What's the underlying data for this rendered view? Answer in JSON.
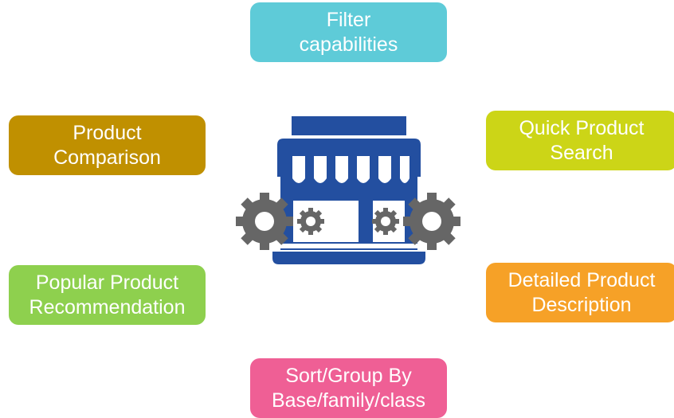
{
  "colors": {
    "filter": "#5ecbd8",
    "comparison": "#c09000",
    "quick_search": "#ccd517",
    "recommendation": "#8ed04e",
    "description": "#f6a127",
    "sort": "#ef5f95",
    "store": "#234fa0",
    "gear": "#666666"
  },
  "icons": {
    "center": "storefront-with-gears-icon"
  },
  "boxes": {
    "filter": {
      "line1": "Filter",
      "line2": "capabilities"
    },
    "comparison": {
      "line1": "Product",
      "line2": "Comparison"
    },
    "quick_search": {
      "line1": "Quick Product",
      "line2": "Search"
    },
    "recommendation": {
      "line1": "Popular Product",
      "line2": "Recommendation"
    },
    "description": {
      "line1": "Detailed Product",
      "line2": "Description"
    },
    "sort": {
      "line1": "Sort/Group By",
      "line2": "Base/family/class"
    }
  }
}
